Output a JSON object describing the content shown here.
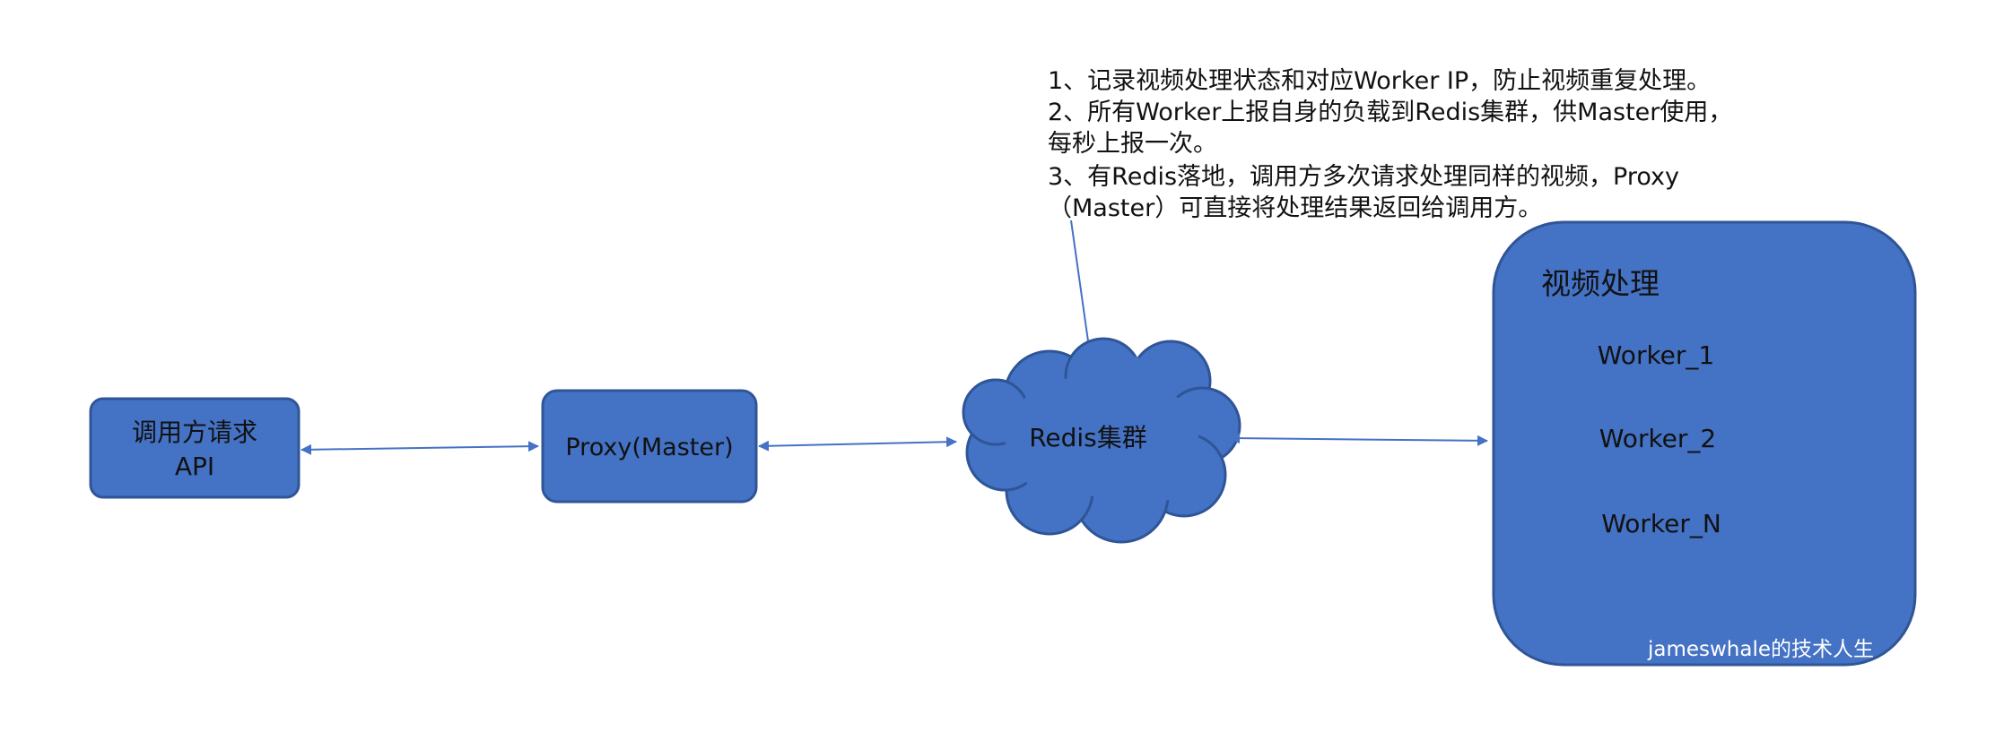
{
  "colors": {
    "shape_fill": "#4472C4",
    "shape_stroke": "#2F5597",
    "connector": "#4472C4",
    "text": "#111111",
    "watermark": "#ffffff"
  },
  "caller_box": {
    "line1": "调用方请求",
    "line2": "API"
  },
  "proxy_box": {
    "label": "Proxy(Master)"
  },
  "redis_cloud": {
    "label": "Redis集群"
  },
  "video_panel": {
    "title": "视频处理",
    "workers": [
      "Worker_1",
      "Worker_2",
      "Worker_N"
    ],
    "watermark": "jameswhale的技术人生"
  },
  "notes": {
    "lines": [
      "1、记录视频处理状态和对应Worker IP，防止视频重复处理。",
      "2、所有Worker上报自身的负载到Redis集群，供Master使用，",
      "每秒上报一次。",
      "3、有Redis落地，调用方多次请求处理同样的视频，Proxy",
      "（Master）可直接将处理结果返回给调用方。"
    ]
  }
}
